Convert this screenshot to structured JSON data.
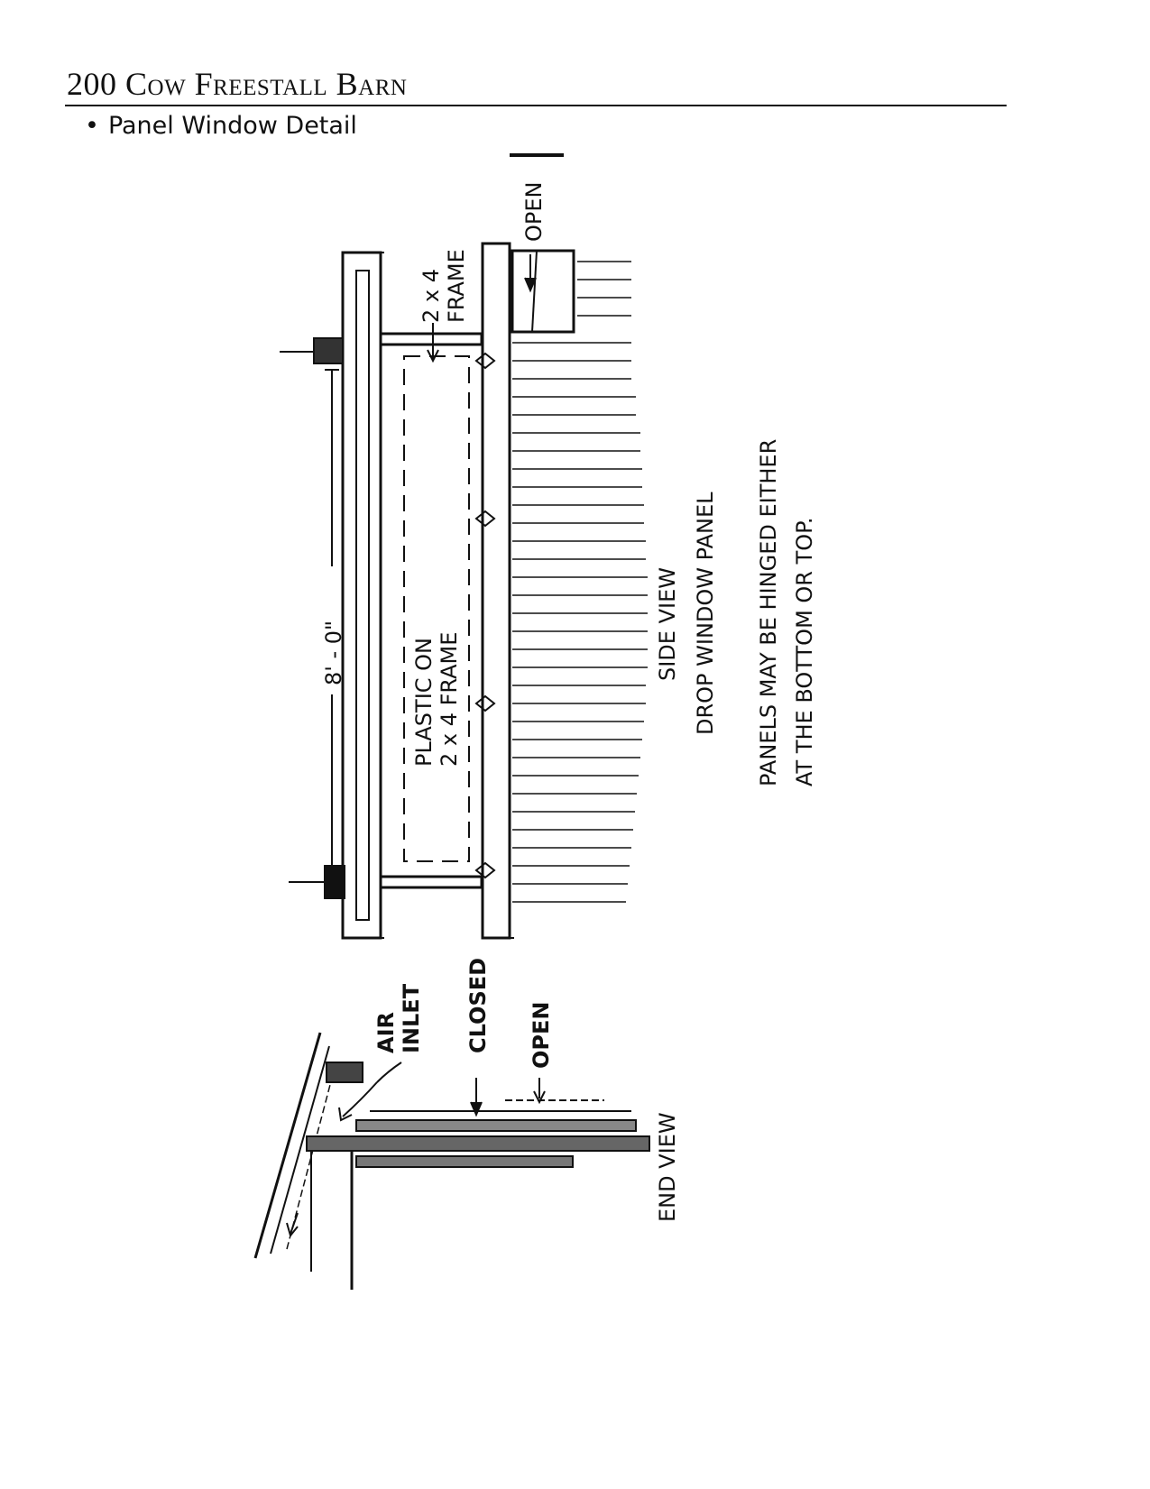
{
  "header": {
    "title": "200 Cow Freestall Barn",
    "subtitle": "Panel Window Detail"
  },
  "side_view": {
    "frame_label_line1": "2 x 4",
    "frame_label_line2": "FRAME",
    "open_label": "OPEN",
    "dimension": "8' - 0\"",
    "plastic_label_line1": "PLASTIC ON",
    "plastic_label_line2": "2 x 4  FRAME",
    "caption_line1": "SIDE VIEW",
    "caption_line2": "DROP WINDOW PANEL"
  },
  "note": {
    "line1": "PANELS MAY BE HINGED EITHER",
    "line2": "AT THE  BOTTOM  OR  TOP."
  },
  "end_view": {
    "air_label": "AIR",
    "inlet_label": "INLET",
    "closed_label": "CLOSED",
    "open_label": "OPEN",
    "caption": "END VIEW"
  }
}
